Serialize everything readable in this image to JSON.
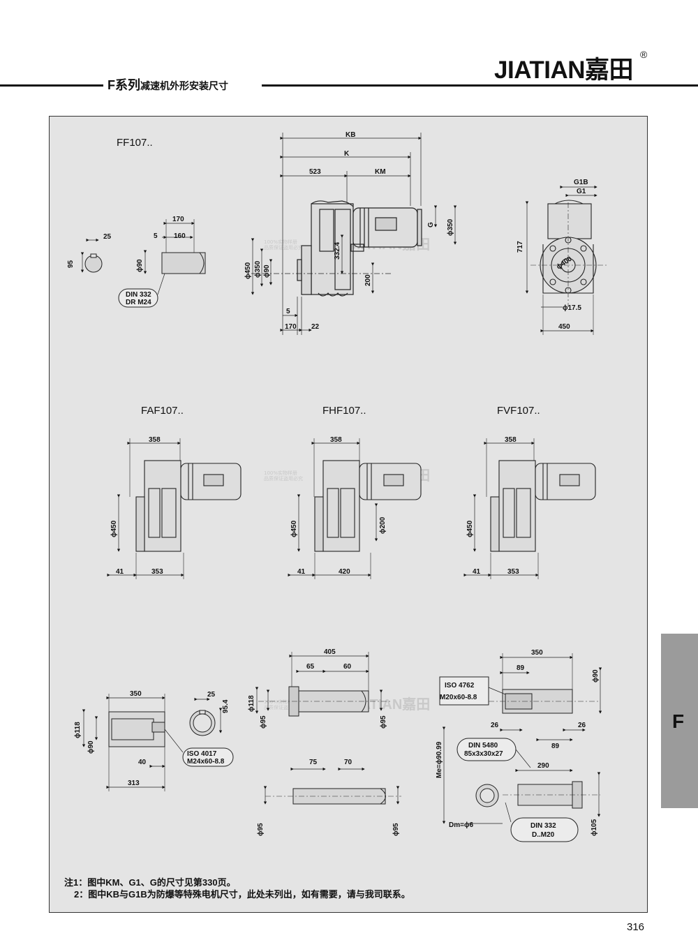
{
  "header": {
    "brand": "JIATIAN嘉田",
    "registered": "®",
    "title_prefix": "F系列",
    "title_rest": "减速机外形安装尺寸"
  },
  "sections": {
    "ff": "FF107..",
    "faf": "FAF107..",
    "fhf": "FHF107..",
    "fvf": "FVF107.."
  },
  "dims": {
    "ff": {
      "kb": "KB",
      "k": "K",
      "d523": "523",
      "km": "KM",
      "g": "G",
      "d350": "ϕ350",
      "d450": "ϕ450",
      "d350f": "ϕ350",
      "d90": "ϕ90",
      "d332": "332.4",
      "d200": "200",
      "d5": "5",
      "d170": "170",
      "d22": "22"
    },
    "shaft": {
      "d25": "25",
      "d95": "95",
      "d170": "170",
      "d5": "5",
      "d160": "160",
      "d90": "ϕ90",
      "din1": "DIN 332",
      "din2": "DR  M24"
    },
    "side": {
      "g1b": "G1B",
      "g1": "G1",
      "d717": "717",
      "d400": "ϕ400",
      "d175": "ϕ17.5",
      "d450": "450"
    },
    "faf": {
      "d358": "358",
      "d450": "ϕ450",
      "d41": "41",
      "d353": "353"
    },
    "fhf": {
      "d358": "358",
      "d450": "ϕ450",
      "d200": "ϕ200",
      "d41": "41",
      "d420": "420"
    },
    "fvf": {
      "d358": "358",
      "d450": "ϕ450",
      "d41": "41",
      "d353": "353"
    },
    "hollow": {
      "d350": "350",
      "d118": "ϕ118",
      "d90": "ϕ90",
      "d40": "40",
      "d313": "313",
      "d25": "25",
      "d954": "95.4",
      "iso1": "ISO 4017",
      "iso2": "M24x60-8.8"
    },
    "hs": {
      "d405": "405",
      "d65": "65",
      "d60": "60",
      "d118": "ϕ118",
      "d95a": "ϕ95",
      "d95b": "ϕ95",
      "d75": "75",
      "d70": "70",
      "d95c": "ϕ95",
      "d95d": "ϕ95"
    },
    "vs": {
      "d350": "350",
      "d89": "89",
      "d90": "ϕ90",
      "iso1": "ISO 4762",
      "iso2": "M20x60-8.8",
      "d26a": "26",
      "d26b": "26",
      "d89b": "89",
      "din1": "DIN 5480",
      "din2": "85x3x30x27",
      "d290": "290",
      "me": "Me=ϕ90.99",
      "dm": "Dm=ϕ6",
      "din3": "DIN 332",
      "din4": "D..M20",
      "d105": "ϕ105"
    }
  },
  "watermark": {
    "brand": "JIATIAN嘉田",
    "small1": "100%实物样册",
    "small2": "品质保证盗用必究"
  },
  "notes": {
    "n1": "注1：图中KM、G1、G的尺寸见第330页。",
    "n2": "2：图中KB与G1B为防爆等特殊电机尺寸，此处未列出，如有需要，请与我司联系。"
  },
  "tab_letter": "F",
  "page_number": "316"
}
